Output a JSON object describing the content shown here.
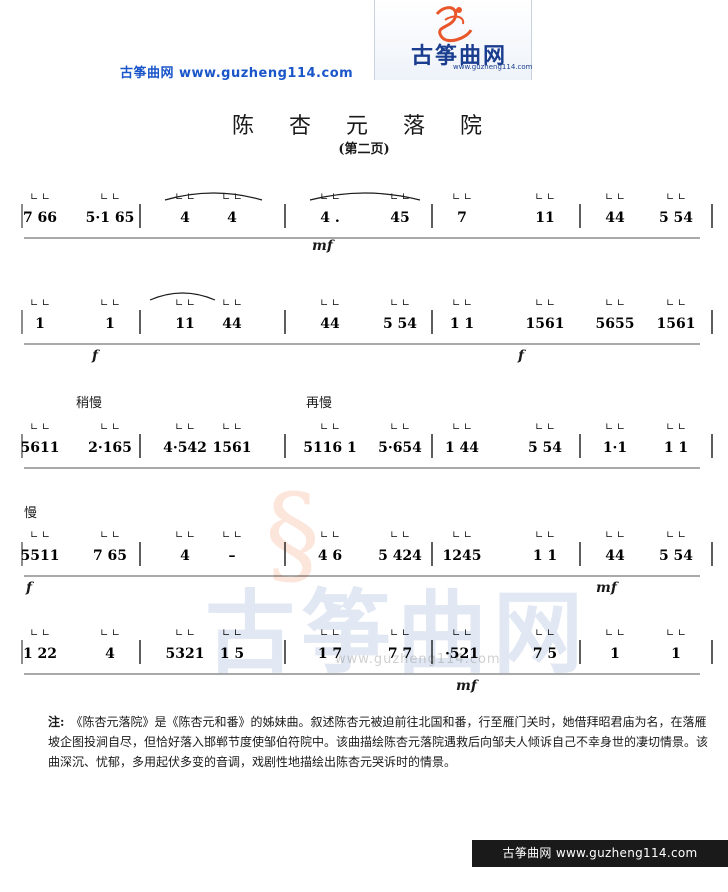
{
  "header": {
    "site_text": "古筝曲网 www.guzheng114.com",
    "logo_text": "古筝曲网",
    "logo_url": "www.guzheng114.com"
  },
  "title": "陈 杏 元 落 院",
  "subtitle": "(第二页)",
  "score": {
    "tempo_marks": [
      "稍慢",
      "再慢",
      "慢"
    ],
    "dynamics": [
      "mf",
      "f",
      "f",
      "f",
      "mf",
      "mf"
    ],
    "rows": [
      [
        "7 66",
        "5·1 65",
        "4",
        "4",
        "4 .",
        "45",
        "7",
        "11",
        "44",
        "5 54"
      ],
      [
        "1",
        "1",
        "11",
        "44",
        "44",
        "5 54",
        "1 1",
        "1561",
        "5655",
        "1561"
      ],
      [
        "5611",
        "2·165",
        "4·542",
        "1561",
        "5116 1",
        "5·654",
        "1 44",
        "5 54",
        "1·1",
        "1 1"
      ],
      [
        "5511",
        "7 65",
        "4",
        "–",
        "4 6",
        "5 424",
        "1245",
        "1 1",
        "44",
        "5 54"
      ],
      [
        "1 22",
        "4",
        "5321",
        "1 5",
        "1 7",
        "7 7",
        "·521",
        "7 5",
        "1",
        "1"
      ]
    ]
  },
  "note": {
    "label": "注:",
    "text": "《陈杏元落院》是《陈杏元和番》的姊妹曲。叙述陈杏元被迫前往北国和番，行至雁门关时，她借拜昭君庙为名，在落雁坡企图投涧自尽，但恰好落入邯郸节度使邹伯符院中。该曲描绘陈杏元落院遇救后向邹夫人倾诉自己不幸身世的凄切情景。该曲深沉、忧郁，多用起伏多变的音调，戏剧性地描绘出陈杏元哭诉时的情景。"
  },
  "footer": {
    "text": "古筝曲网 www.guzheng114.com"
  },
  "watermark": {
    "text": "古筝曲网",
    "url": "www.guzheng114.com"
  }
}
